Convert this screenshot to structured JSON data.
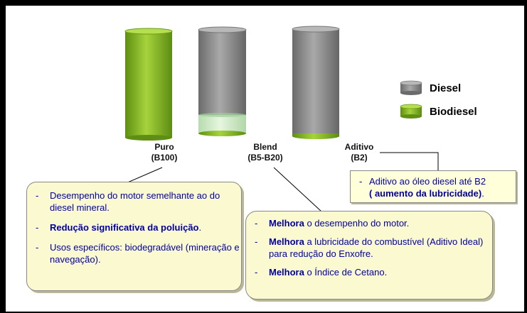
{
  "legend": [
    {
      "label": "Diesel",
      "color": "#8a8a8a"
    },
    {
      "label": "Biodiesel",
      "color": "#8cc63f"
    }
  ],
  "cylinders": [
    {
      "name": "Puro",
      "code": "(B100)",
      "biodiesel_fraction": 1.0
    },
    {
      "name": "Blend",
      "code": "(B5-B20)",
      "biodiesel_fraction": 0.2
    },
    {
      "name": "Aditivo",
      "code": "(B2)",
      "biodiesel_fraction": 0.02
    }
  ],
  "boxes": {
    "puro": [
      {
        "text": "Desempenho do motor semelhante ao do diesel mineral.",
        "bold": ""
      },
      {
        "bold": "Redução significativa da poluição",
        "text": "."
      },
      {
        "text": "Usos específicos: biodegradável (mineração e navegação).",
        "bold": ""
      }
    ],
    "blend": [
      {
        "bold": "Melhora",
        "text": " o desempenho do motor."
      },
      {
        "bold": "Melhora",
        "text": "  a lubricidade do combustível (Aditivo Ideal) para redução do  Enxofre."
      },
      {
        "bold": "Melhora",
        "text": " o Índice de Cetano."
      }
    ],
    "aditivo": {
      "line1": "Aditivo ao óleo diesel até B2",
      "line2_bold": "( aumento da lubricidade)",
      "line2_tail": "."
    }
  }
}
